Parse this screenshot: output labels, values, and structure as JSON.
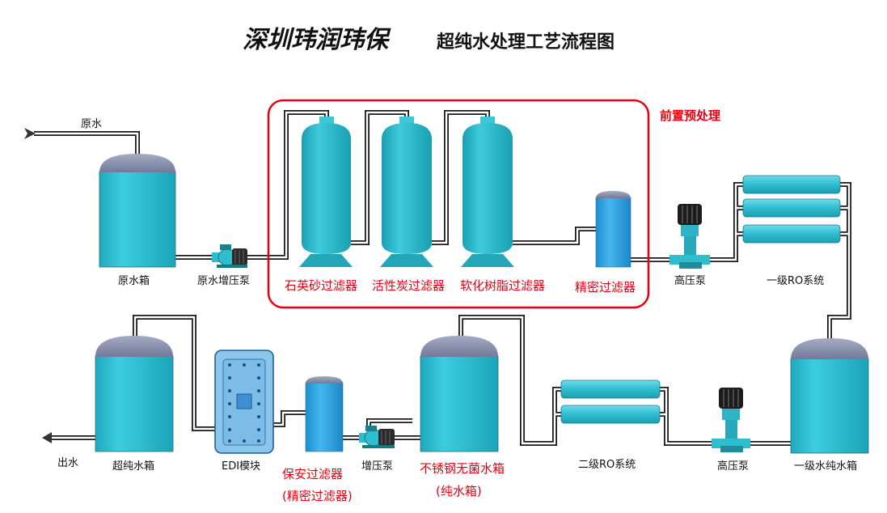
{
  "header": {
    "brand": "深圳玮润玮保",
    "title": "超纯水处理工艺流程图"
  },
  "sections": {
    "pretreatment": "前置预处理"
  },
  "labels": {
    "raw_water_in": "原水",
    "raw_tank": "原水箱",
    "raw_pump": "原水增压泵",
    "quartz_filter": "石英砂过滤器",
    "carbon_filter": "活性炭过滤器",
    "softener": "软化树脂过滤器",
    "precision_filter": "精密过滤器",
    "hp_pump_1": "高压泵",
    "ro_1": "一级RO系统",
    "ro1_tank": "一级水纯水箱",
    "hp_pump_2": "高压泵",
    "ro_2": "二级RO系统",
    "ss_tank": "不锈钢无菌水箱",
    "ss_tank_sub": "(纯水箱)",
    "boost_pump": "增压泵",
    "security_filter": "保安过滤器",
    "security_filter_sub": "(精密过滤器)",
    "edi": "EDI模块",
    "up_tank": "超纯水箱",
    "water_out": "出水"
  },
  "colors": {
    "vessel": "#23b4c6",
    "dome": "#8f96b2",
    "frame": "#e60012"
  }
}
